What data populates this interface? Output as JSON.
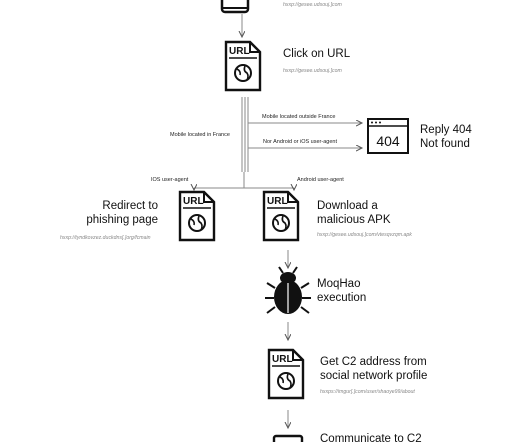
{
  "nodes": {
    "click": {
      "title": "Click on URL",
      "url": "hxxp://gesee.udsouj.]com"
    },
    "reply": {
      "title_line1": "Reply 404",
      "title_line2": "Not found",
      "code": "404"
    },
    "redirect": {
      "title_line1": "Redirect to",
      "title_line2": "phishing page",
      "url": "hxxp://tyndkovzez.duckdns[.]org/fcmain"
    },
    "download": {
      "title_line1": "Download a",
      "title_line2": "malicious APK",
      "url": "hxxp://gesee.udsouj.]com/vtesqvzqm.apk"
    },
    "moqhao": {
      "title_line1": "MoqHao",
      "title_line2": "execution"
    },
    "c2": {
      "title_line1": "Get C2 address from",
      "title_line2": "social network profile",
      "url": "hxxps://imgur[.]com/user/shaoye99/about"
    },
    "communicate": {
      "title": "Communicate to C2"
    }
  },
  "icons": {
    "url_doc_text": "URL"
  },
  "edges": {
    "outside_france": "Mobile located outside France",
    "not_android_ios": "Nor Android or iOS user-agent",
    "in_france": "Mobile located in France",
    "ios": "IOS user-agent",
    "android": "Android user-agent"
  },
  "partial_top": {
    "url": "hxxp://gesee.udsouj.]com"
  },
  "colors": {
    "line": "#8a8a8a",
    "icon": "#111111",
    "muted": "#888888"
  }
}
